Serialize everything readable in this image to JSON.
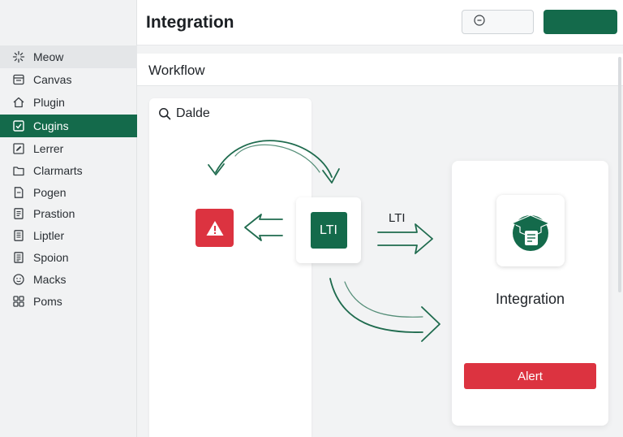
{
  "header": {
    "title": "Integration"
  },
  "subheader": {
    "title": "Workflow"
  },
  "sidebar": {
    "items": [
      {
        "label": "Meow",
        "icon": "sparkle-icon"
      },
      {
        "label": "Canvas",
        "icon": "canvas-icon"
      },
      {
        "label": "Plugin",
        "icon": "home-icon"
      },
      {
        "label": "Cugins",
        "icon": "checkbox-icon"
      },
      {
        "label": "Lerrer",
        "icon": "edit-icon"
      },
      {
        "label": "Clarmarts",
        "icon": "folder-icon"
      },
      {
        "label": "Pogen",
        "icon": "page-icon"
      },
      {
        "label": "Prastion",
        "icon": "document-icon"
      },
      {
        "label": "Liptler",
        "icon": "list-icon"
      },
      {
        "label": "Spoion",
        "icon": "notes-icon"
      },
      {
        "label": "Macks",
        "icon": "smiley-icon"
      },
      {
        "label": "Poms",
        "icon": "grid-icon"
      }
    ]
  },
  "search": {
    "value": "Dalde"
  },
  "diagram": {
    "lti_node_label": "LTI",
    "lti_arrow_label": "LTI"
  },
  "integration_card": {
    "title": "Integration",
    "alert_button": "Alert"
  },
  "colors": {
    "accent": "#146a4b",
    "danger": "#dc3340"
  }
}
